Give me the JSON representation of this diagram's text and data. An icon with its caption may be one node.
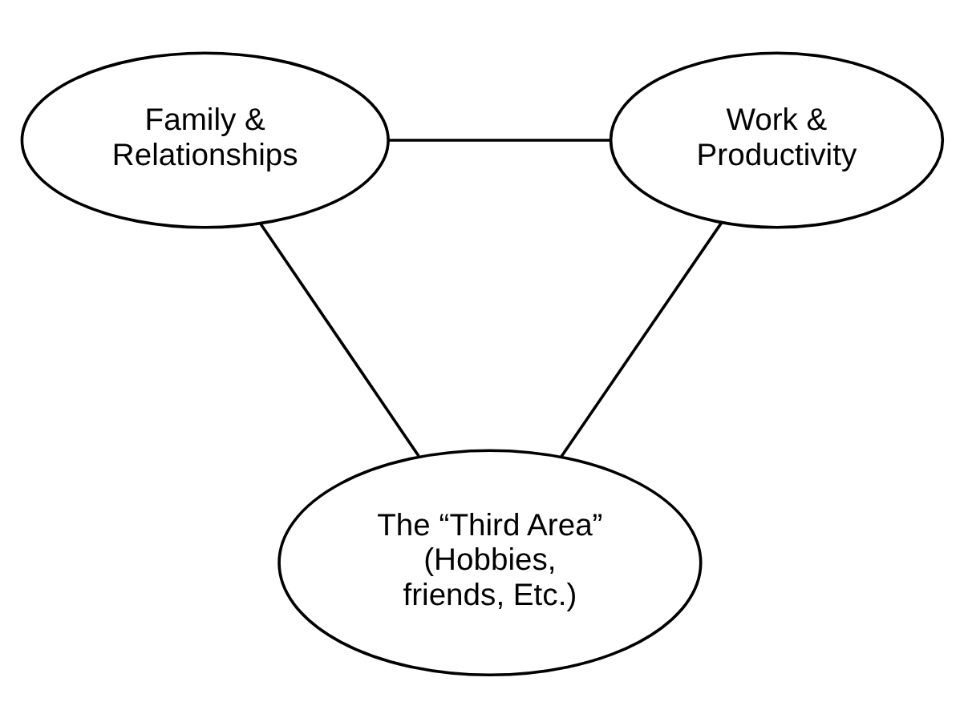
{
  "diagram": {
    "nodes": [
      {
        "text": [
          "Family & Relationships"
        ]
      },
      {
        "text": [
          "Work & Productivity"
        ]
      },
      {
        "text": [
          "The “Third Area” (Hobbies, friends, Etc.)"
        ]
      }
    ],
    "edges": [
      {
        "from": 0,
        "to": 1,
        "arrow": "none"
      },
      {
        "from": 0,
        "to": 2,
        "arrow": "none"
      },
      {
        "from": 1,
        "to": 2,
        "arrow": "none"
      }
    ]
  }
}
